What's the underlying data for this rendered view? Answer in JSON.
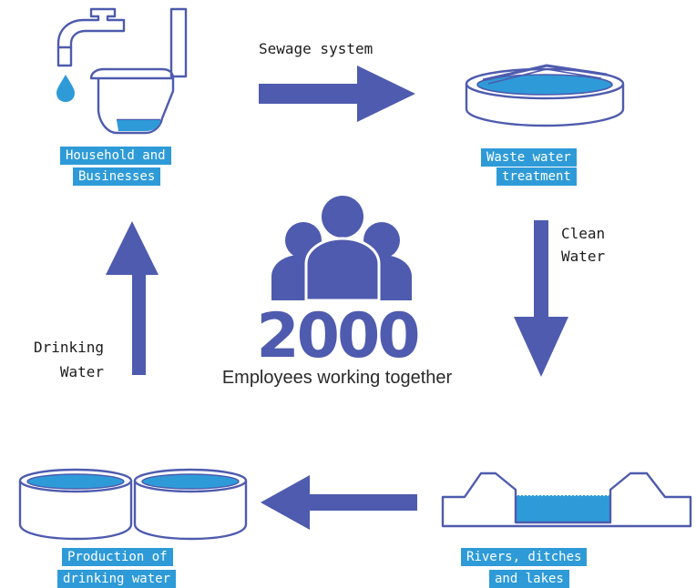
{
  "colors": {
    "primary": "#4e5bae",
    "water": "#2e9bd8",
    "text": "#1c1c1c"
  },
  "icons": [
    "tap-toilet-icon",
    "treatment-basin-icon",
    "double-basin-icon",
    "river-channel-icon",
    "people-group-icon"
  ],
  "stages": {
    "household": [
      "Household and",
      "Businesses"
    ],
    "treatment": [
      "Waste water",
      "treatment"
    ],
    "production": [
      "Production of",
      "drinking water"
    ],
    "rivers": [
      "Rivers, ditches",
      "and lakes"
    ]
  },
  "flows": {
    "sewage": "Sewage system",
    "clean": [
      "Clean",
      "Water"
    ],
    "drinking": [
      "Drinking",
      "Water"
    ]
  },
  "center": {
    "count": "2000",
    "label": "Employees working together"
  }
}
